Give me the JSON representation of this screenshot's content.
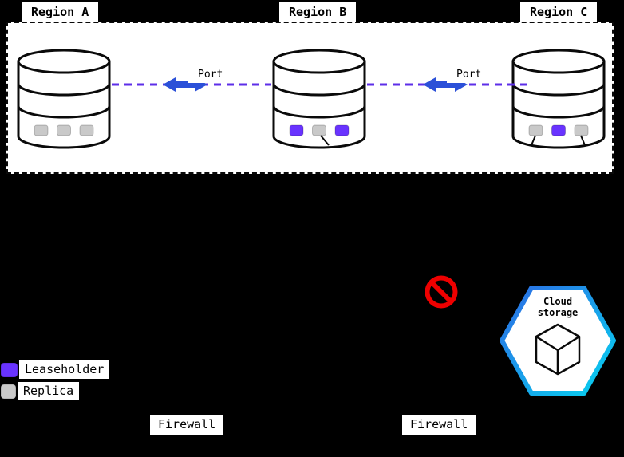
{
  "regions": [
    {
      "label": "Region A",
      "slots": [
        "replica",
        "replica",
        "replica"
      ],
      "slot_colors": [
        "#c9c9c9",
        "#c9c9c9",
        "#c9c9c9"
      ]
    },
    {
      "label": "Region B",
      "slots": [
        "leaseholder",
        "replica",
        "leaseholder"
      ],
      "slot_colors": [
        "#6933ff",
        "#c9c9c9",
        "#6933ff"
      ]
    },
    {
      "label": "Region C",
      "slots": [
        "replica",
        "leaseholder",
        "replica"
      ],
      "slot_colors": [
        "#c9c9c9",
        "#6933ff",
        "#c9c9c9"
      ]
    }
  ],
  "connections": [
    {
      "label": "Port"
    },
    {
      "label": "Port"
    }
  ],
  "cloud_storage": {
    "line1": "Cloud",
    "line2": "storage"
  },
  "legend": {
    "items": [
      {
        "label": "Leaseholder",
        "color": "#6933ff"
      },
      {
        "label": "Replica",
        "color": "#c9c9c9"
      }
    ]
  },
  "firewalls": [
    {
      "label": "Firewall"
    },
    {
      "label": "Firewall"
    }
  ],
  "colors": {
    "background": "#000000",
    "leaseholder": "#6933ff",
    "replica": "#c9c9c9",
    "dashed_link": "#5d2ee8",
    "arrow": "#2b50d8",
    "prohibited": "#ee0000",
    "hexagon_border_start": "#2d6be4",
    "hexagon_border_end": "#06d3f0"
  },
  "icons": {
    "database": "database-cylinder-icon",
    "cube": "storage-cube-icon",
    "no_entry": "no-entry-icon"
  }
}
